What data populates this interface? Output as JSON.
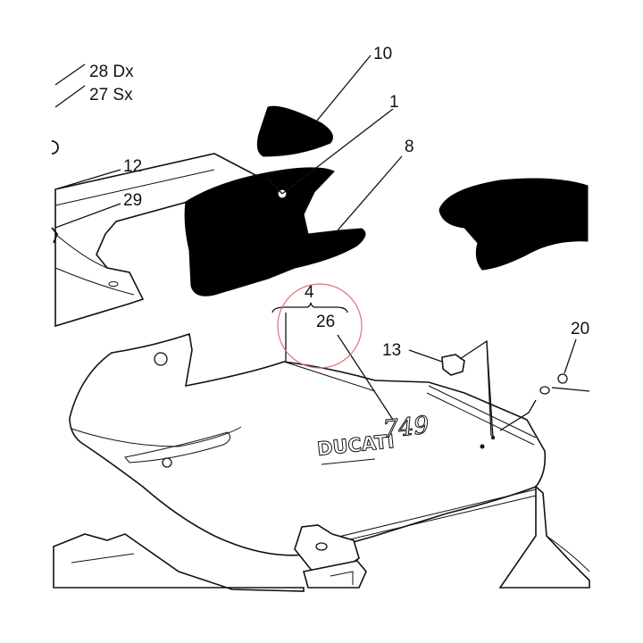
{
  "callouts": {
    "c28": "28 Dx",
    "c27": "27 Sx",
    "c10": "10",
    "c1": "1",
    "c8": "8",
    "c12": "12",
    "c29": "29",
    "c4": "4",
    "c26": "26",
    "c13": "13",
    "c20": "20"
  },
  "decal": {
    "brand": "DUCATI",
    "model": "749"
  },
  "colors": {
    "ink": "#000000",
    "highlight_circle": "#e0707a",
    "background": "#ffffff"
  }
}
